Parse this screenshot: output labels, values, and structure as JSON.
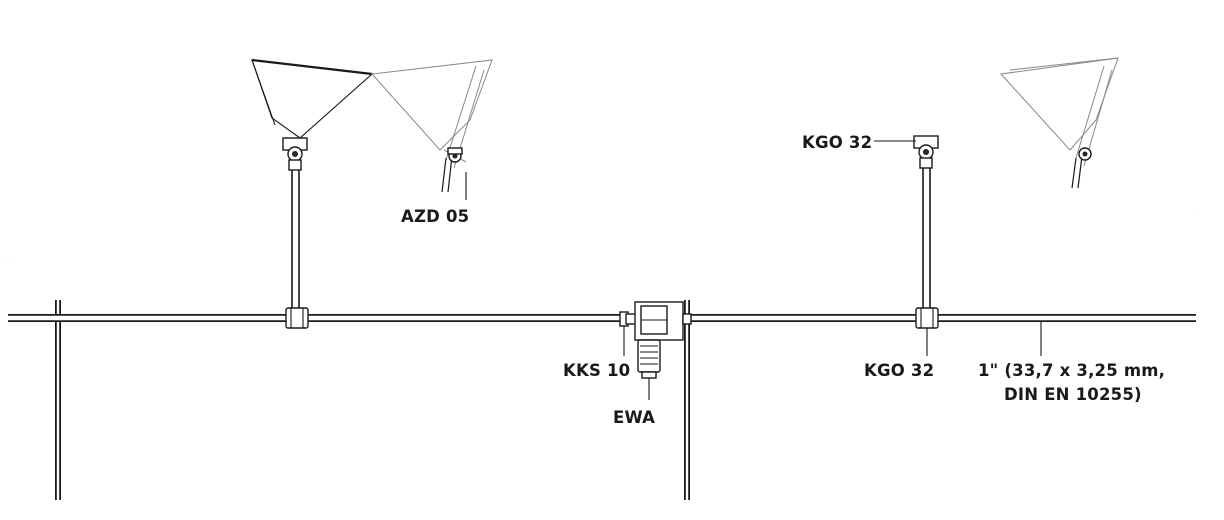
{
  "labels": {
    "azd05": "AZD 05",
    "kgo32_top": "KGO 32",
    "kks10": "KKS 10",
    "ewa": "EWA",
    "kgo32_bottom": "KGO 32",
    "pipe_spec_line1": "1\" (33,7 x 3,25 mm,",
    "pipe_spec_line2": "DIN EN 10255)"
  }
}
